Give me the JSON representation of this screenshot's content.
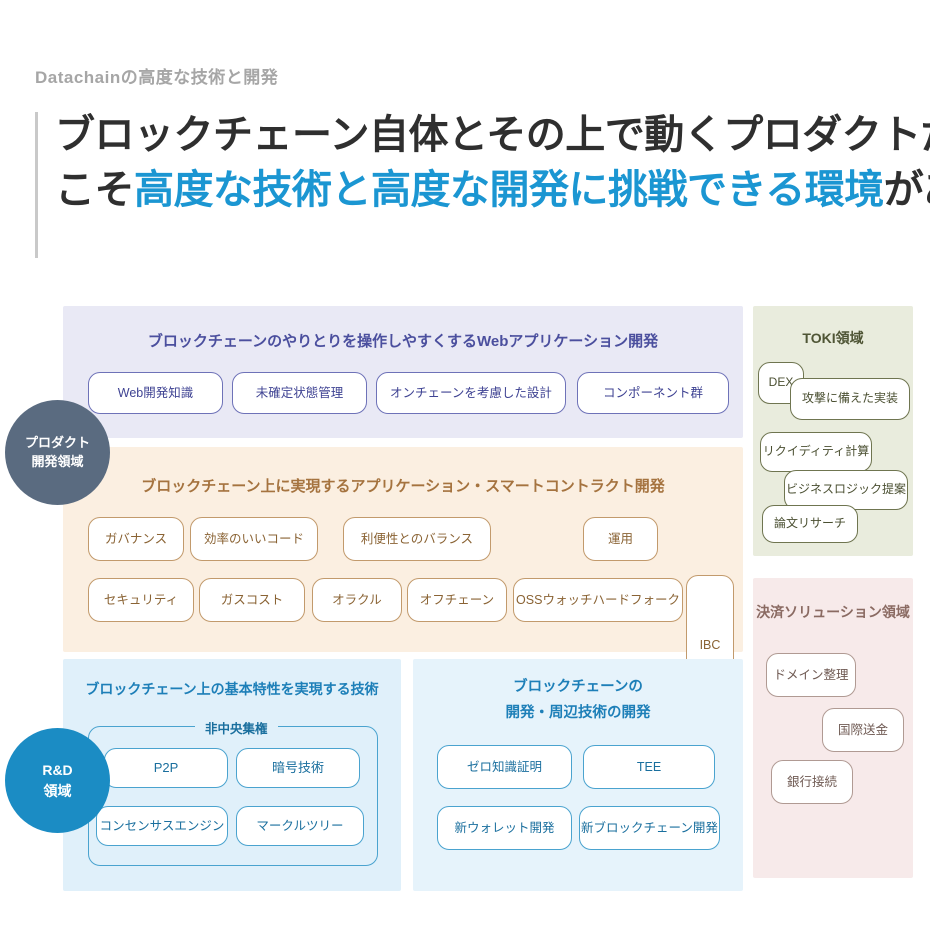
{
  "header": {
    "eyebrow": "Datachainの高度な技術と開発",
    "headline_line1": "ブロックチェーン自体とその上で動くプロダクトだから",
    "headline_line2_pre": "こそ",
    "headline_line2_accent": "高度な技術と高度な開発に挑戦できる環境",
    "headline_line2_post": "がある",
    "accent_color": "#1b96d2",
    "rule_color": "#c9c9c9"
  },
  "badges": [
    {
      "name": "product-development",
      "line1": "プロダクト",
      "line2": "開発領域",
      "color": "#5a6b80"
    },
    {
      "name": "rd",
      "line1": "R&D",
      "line2": "領域",
      "color": "#1b8cc4"
    }
  ],
  "panels": {
    "web_app": {
      "title": "ブロックチェーンのやりとりを操作しやすくするWebアプリケーション開発",
      "bg": "#e9e9f5",
      "title_color": "#4b4f9e",
      "chips": [
        {
          "label": "Web開発知識"
        },
        {
          "label": "未確定状態管理"
        },
        {
          "label": "オンチェーンを考慮した設計"
        },
        {
          "label": "コンポーネント群"
        }
      ]
    },
    "smart_contract": {
      "title": "ブロックチェーン上に実現するアプリケーション・スマートコントラクト開発",
      "bg": "#fbefe1",
      "title_color": "#a5733f",
      "chips_row1": [
        {
          "label": "ガバナンス"
        },
        {
          "label": "効率のいいコード"
        },
        {
          "label": "利便性とのバランス"
        },
        {
          "label": "運用"
        }
      ],
      "chips_row2": [
        {
          "label": "セキュリティ"
        },
        {
          "label": "ガスコスト"
        },
        {
          "label": "オラクル"
        },
        {
          "label": "オフチェーン"
        },
        {
          "label": "OSSウォッチハードフォーク"
        }
      ],
      "spanning_chip": {
        "label": "IBC"
      }
    },
    "base_tech": {
      "title": "ブロックチェーン上の基本特性を実現する技術",
      "bg": "#e0f0fa",
      "title_color": "#1d7fb8",
      "group_legend": "非中央集権",
      "chips": [
        {
          "label": "P2P"
        },
        {
          "label": "暗号技術"
        },
        {
          "label": "コンセンサスエンジン"
        },
        {
          "label": "マークルツリー"
        }
      ]
    },
    "bc_dev": {
      "title_line1": "ブロックチェーンの",
      "title_line2": "開発・周辺技術の開発",
      "bg": "#e6f3fb",
      "title_color": "#1d7fb8",
      "chips": [
        {
          "label": "ゼロ知識証明"
        },
        {
          "label": "TEE"
        },
        {
          "label": "新ウォレット開発"
        },
        {
          "label": "新ブロックチェーン開発"
        }
      ]
    },
    "toki": {
      "title": "TOKI領域",
      "bg": "#e9ecdd",
      "title_color": "#4f5535",
      "chips": [
        {
          "label": "DEX"
        },
        {
          "label": "攻撃に備えた実装"
        },
        {
          "label": "リクイディティ計算"
        },
        {
          "label": "ビジネスロジック提案"
        },
        {
          "label": "論文リサーチ"
        }
      ]
    },
    "payment": {
      "title": "決済ソリューション領域",
      "bg": "#f7eaea",
      "title_color": "#8a6a62",
      "chips": [
        {
          "label": "ドメイン整理"
        },
        {
          "label": "国際送金"
        },
        {
          "label": "銀行接続"
        }
      ]
    }
  }
}
